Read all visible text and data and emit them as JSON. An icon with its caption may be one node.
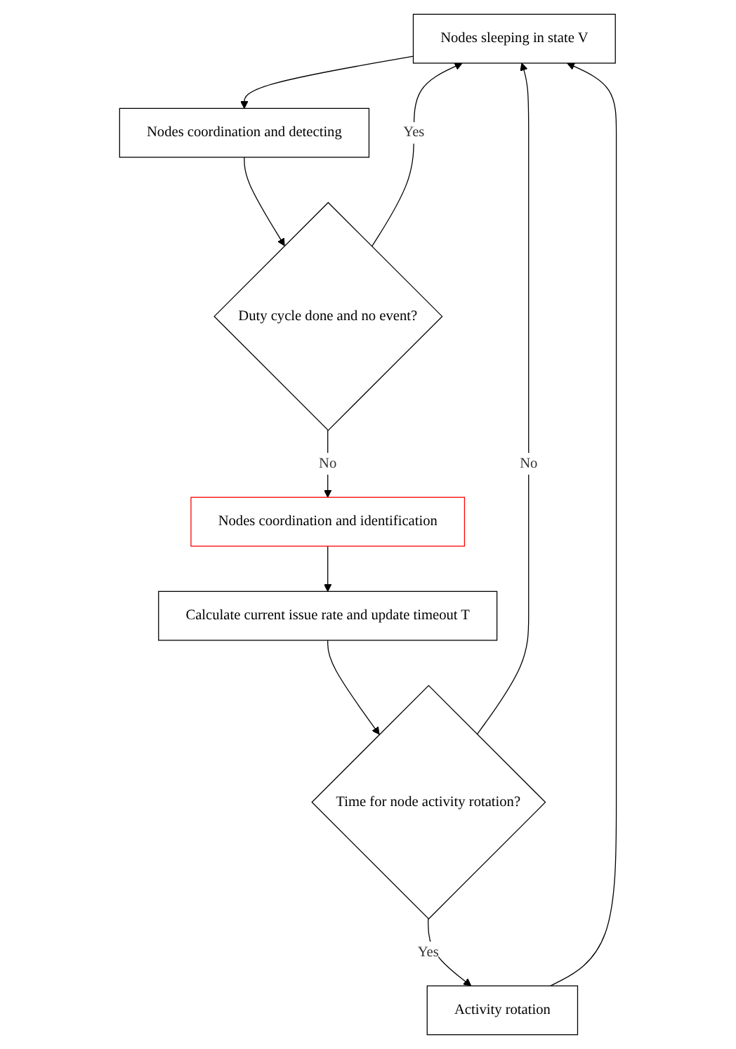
{
  "diagram": {
    "nodes": [
      {
        "text": [
          "Nodes sleeping in state V"
        ]
      },
      {
        "text": [
          "Nodes coordination and detecting"
        ]
      },
      {
        "text": [
          "Duty cycle done and no event?"
        ]
      },
      {
        "text": [
          "Nodes coordination and identification"
        ]
      },
      {
        "text": [
          "Calculate current issue rate and update timeout T"
        ]
      },
      {
        "text": [
          "Time for node activity rotation?"
        ]
      },
      {
        "text": [
          "Activity rotation"
        ]
      }
    ],
    "edges": [
      {
        "from": 0,
        "to": 1,
        "arrow": "to"
      },
      {
        "from": 1,
        "to": 2,
        "arrow": "to"
      },
      {
        "from": 2,
        "to": 0,
        "arrow": "to",
        "label": "Yes"
      },
      {
        "from": 2,
        "to": 3,
        "arrow": "to",
        "label": "No"
      },
      {
        "from": 3,
        "to": 4,
        "arrow": "to"
      },
      {
        "from": 4,
        "to": 5,
        "arrow": "to"
      },
      {
        "from": 5,
        "to": 0,
        "arrow": "to",
        "label": "No"
      },
      {
        "from": 5,
        "to": 6,
        "arrow": "to",
        "label": "Yes"
      },
      {
        "from": 6,
        "to": 0,
        "arrow": "to"
      }
    ]
  }
}
